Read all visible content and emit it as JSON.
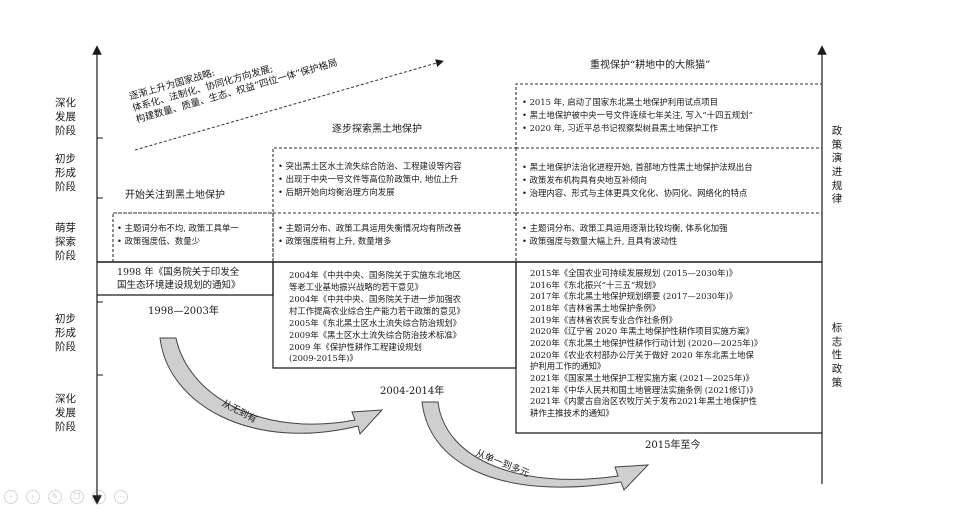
{
  "left_axis": {
    "upper": [
      {
        "label": "深化发展阶段",
        "lines": [
          "深化",
          "发展",
          "阶段"
        ]
      },
      {
        "label": "初步形成阶段",
        "lines": [
          "初步",
          "形成",
          "阶段"
        ]
      },
      {
        "label": "萌芽探索阶段",
        "lines": [
          "萌芽",
          "探索",
          "阶段"
        ]
      }
    ],
    "lower": [
      {
        "label": "初步形成阶段",
        "lines": [
          "初步",
          "形成",
          "阶段"
        ]
      },
      {
        "label": "深化发展阶段",
        "lines": [
          "深化",
          "发展",
          "阶段"
        ]
      }
    ]
  },
  "right_axis": {
    "upper": "政策演进规律",
    "lower": "标志性政策"
  },
  "trend_note": [
    "逐渐上升为国家战略:",
    "体系化、法制化、协同化方向发展;",
    "构建数量、质量、生态、权益“四位一体”保护格局"
  ],
  "stage_titles": {
    "s1": "开始关注到黑土地保护",
    "s2": "逐步探索黑土地保护",
    "s3": "重视保护“耕地中的大熊猫”"
  },
  "regularity": {
    "col1": {
      "lower": [
        "• 主题词分布不均, 政策工具单一",
        "• 政策强度低、数量少"
      ]
    },
    "col2": {
      "mid": [
        "• 突出黑土区水土流失综合防治、工程建设等内容",
        "• 出现于中央一号文件等高位阶政策中, 地位上升",
        "• 后期开始向均衡治理方向发展"
      ],
      "lower": [
        "• 主题词分布、政策工具运用失衡情况均有所改善",
        "• 政策强度稍有上升, 数量增多"
      ]
    },
    "col3": {
      "upper": [
        "• 2015 年, 启动了国家东北黑土地保护利用试点项目",
        "• 黑土地保护被中央一号文件连续七年关注, 写入“十四五规划”",
        "• 2020 年, 习近平总书记视察梨树县黑土地保护工作"
      ],
      "mid": [
        "• 黑土地保护法治化进程开始, 首部地方性黑土地保护法规出台",
        "• 政策发布机构具有央地互补倾向",
        "• 治理内容、形式与主体更具文化化、协同化、网络化的特点"
      ],
      "lower": [
        "• 主题词分布、政策工具运用逐渐比较均衡, 体系化加强",
        "• 政策强度与数量大幅上升, 且具有波动性"
      ]
    }
  },
  "policies": {
    "p1": [
      "1998 年《国务院关于印发全",
      "国生态环境建设规划的通知》"
    ],
    "p2": [
      "2004年《中共中央、国务院关于实施东北地区",
      "等老工业基地振兴战略的若干意见》",
      "2004年《中共中央、国务院关于进一步加强农",
      "村工作提高农业综合生产能力若干政策的意见》",
      "2005年《东北黑土区水土流失综合防治规划》",
      "2009年《黑土区水土流失综合防治技术标准》",
      "2009 年《保护性耕作工程建设规划",
      "(2009-2015年)》"
    ],
    "p3": [
      "2015年《全国农业可持续发展规划 (2015—2030年)》",
      "2016年《东北振兴“十三五”规划》",
      "2017年《东北黑土地保护规划纲要 (2017—2030年)》",
      "2018年《吉林省黑土地保护条例》",
      "2019年《吉林省农民专业合作社条例》",
      "2020年《辽宁省 2020 年黑土地保护性耕作项目实施方案》",
      "2020年《东北黑土地保护性耕作行动计划 (2020—2025年)》",
      "2020年《农业农村部办公厅关于做好 2020 年东北黑土地保",
      "护利用工作的通知》",
      "2021年《国家黑土地保护工程实施方案 (2021—2025年)》",
      "2021年《中华人民共和国土地管理法实施条例 (2021修订)》",
      "2021年《内蒙古自治区农牧厅关于发布2021年黑土地保护性",
      "耕作主推技术的通知》"
    ]
  },
  "periods": {
    "p1": "1998—2003年",
    "p2": "2004-2014年",
    "p3": "2015年至今"
  },
  "transitions": {
    "t1": "从无到有",
    "t2": "从单一到多元"
  },
  "colors": {
    "ink": "#1a1a1a",
    "arrow_fill": "#cfcfcf",
    "arrow_stroke": "#444444",
    "dashed": "#555555"
  }
}
